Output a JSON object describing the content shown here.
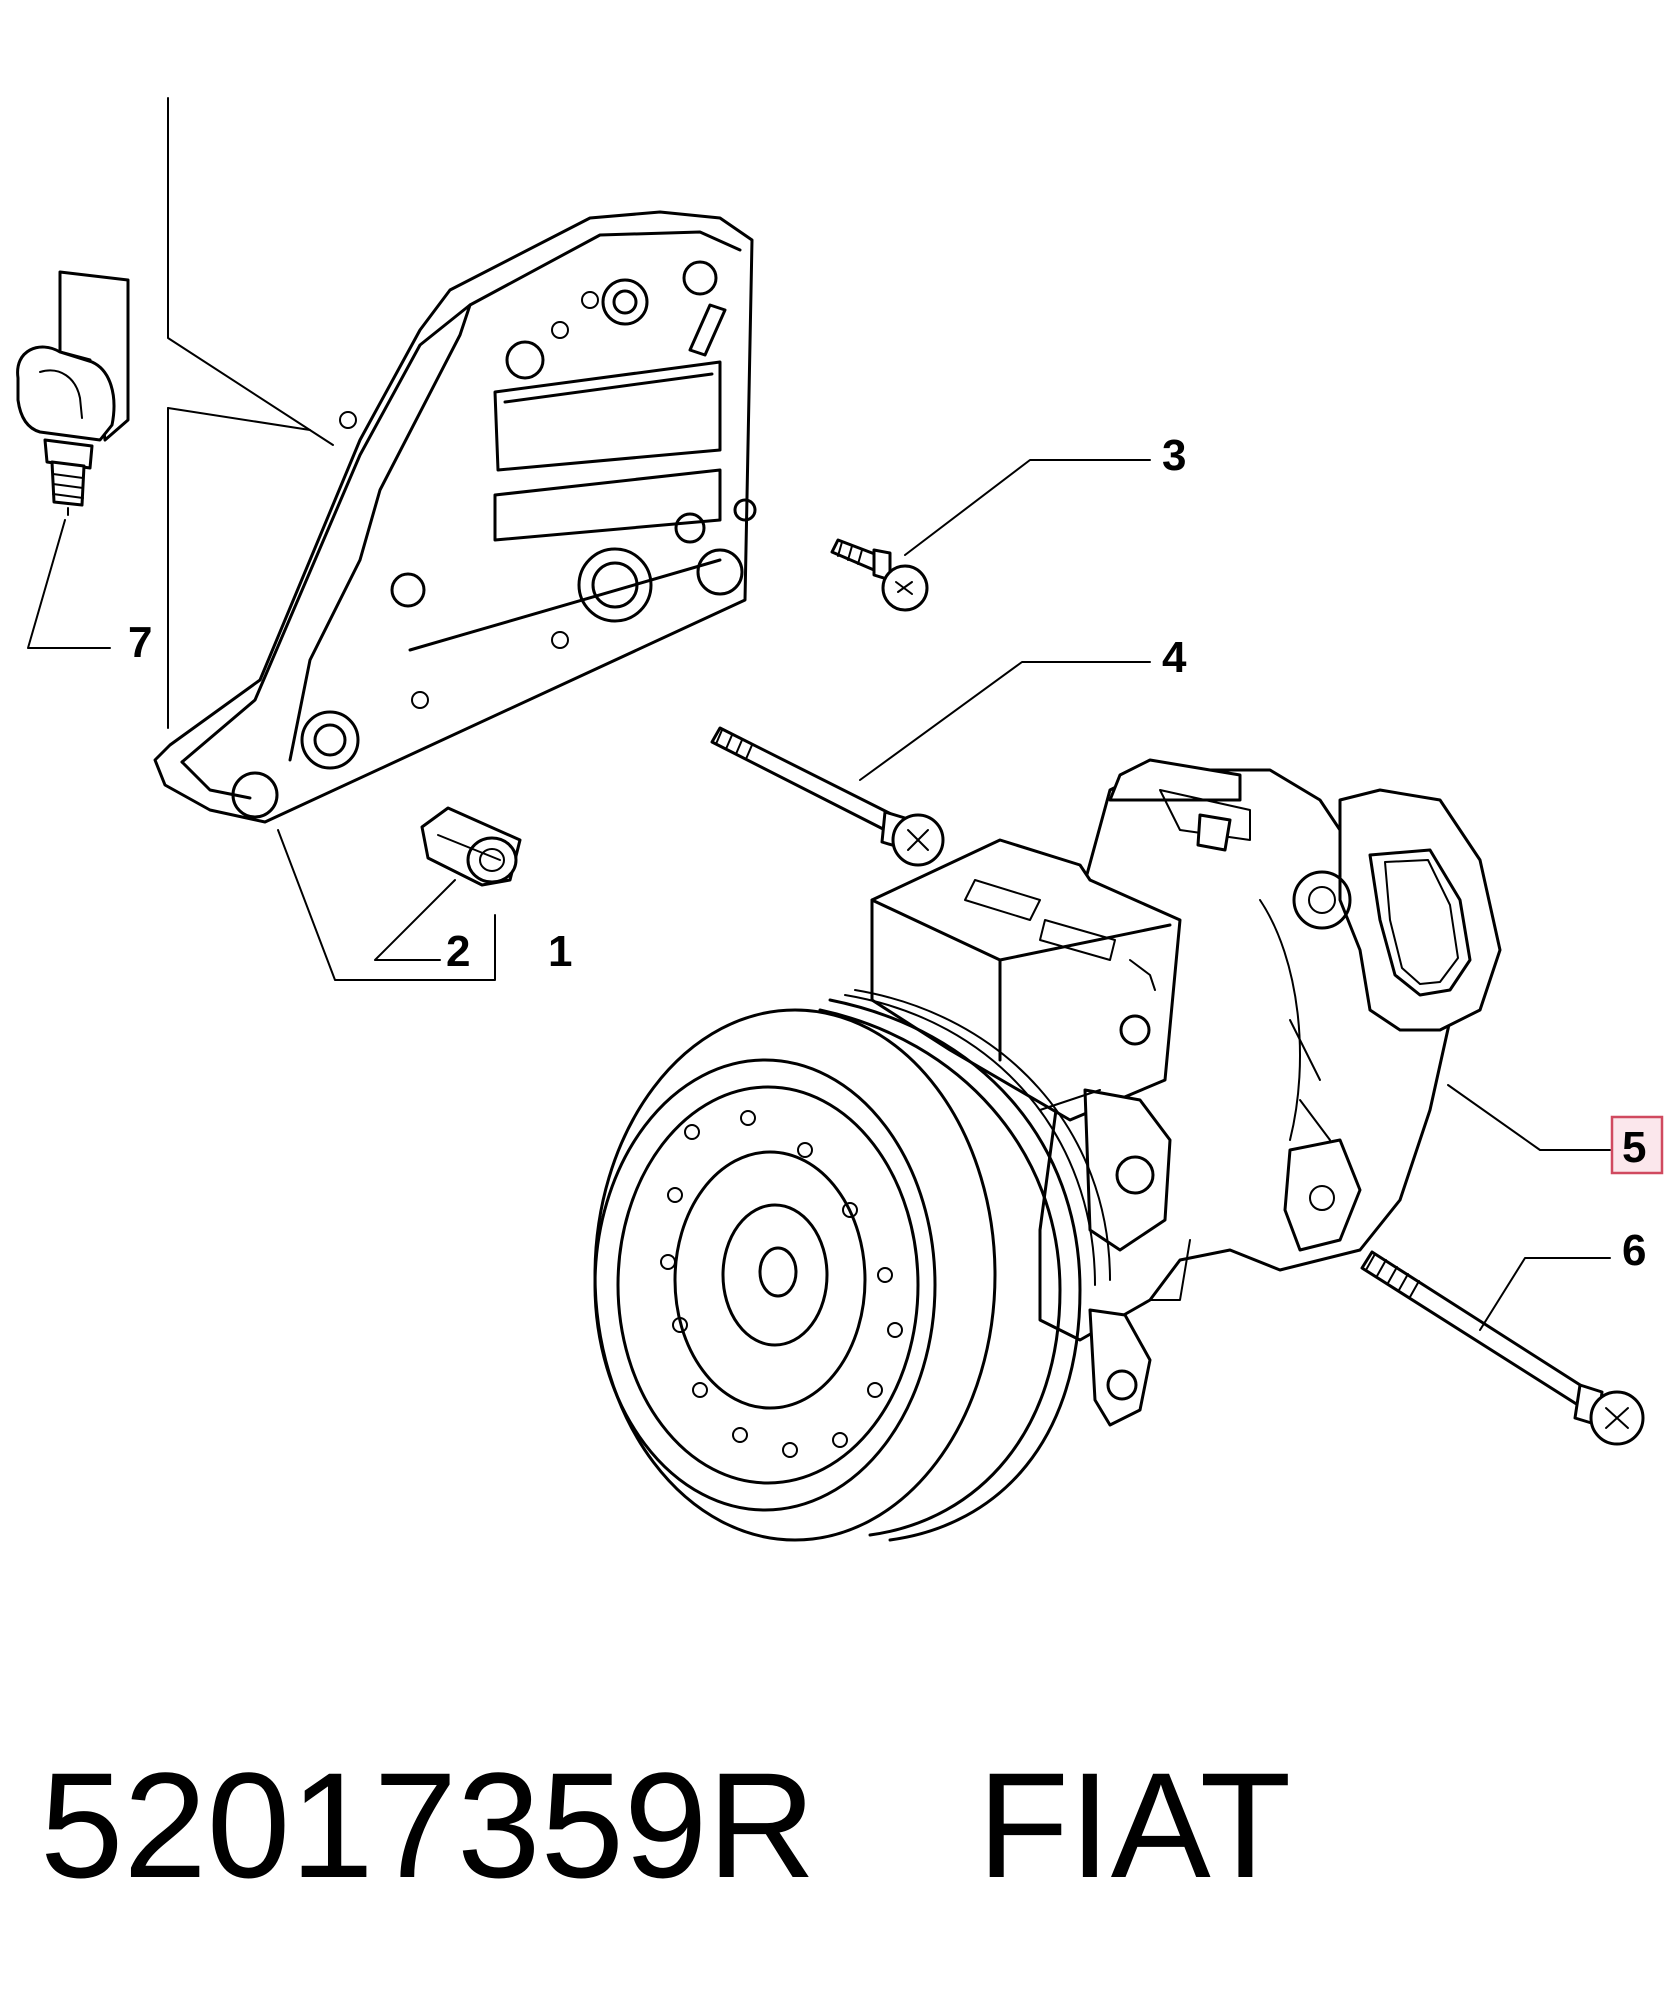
{
  "callouts": [
    {
      "id": "1",
      "label": "1"
    },
    {
      "id": "2",
      "label": "2"
    },
    {
      "id": "3",
      "label": "3"
    },
    {
      "id": "4",
      "label": "4"
    },
    {
      "id": "5",
      "label": "5",
      "highlighted": true
    },
    {
      "id": "6",
      "label": "6"
    },
    {
      "id": "7",
      "label": "7"
    }
  ],
  "caption": {
    "part_number": "52017359R",
    "brand": "FIAT"
  },
  "colors": {
    "line": "#000000",
    "highlight_fill": "#fbe7ec",
    "highlight_stroke": "#d0495f"
  }
}
